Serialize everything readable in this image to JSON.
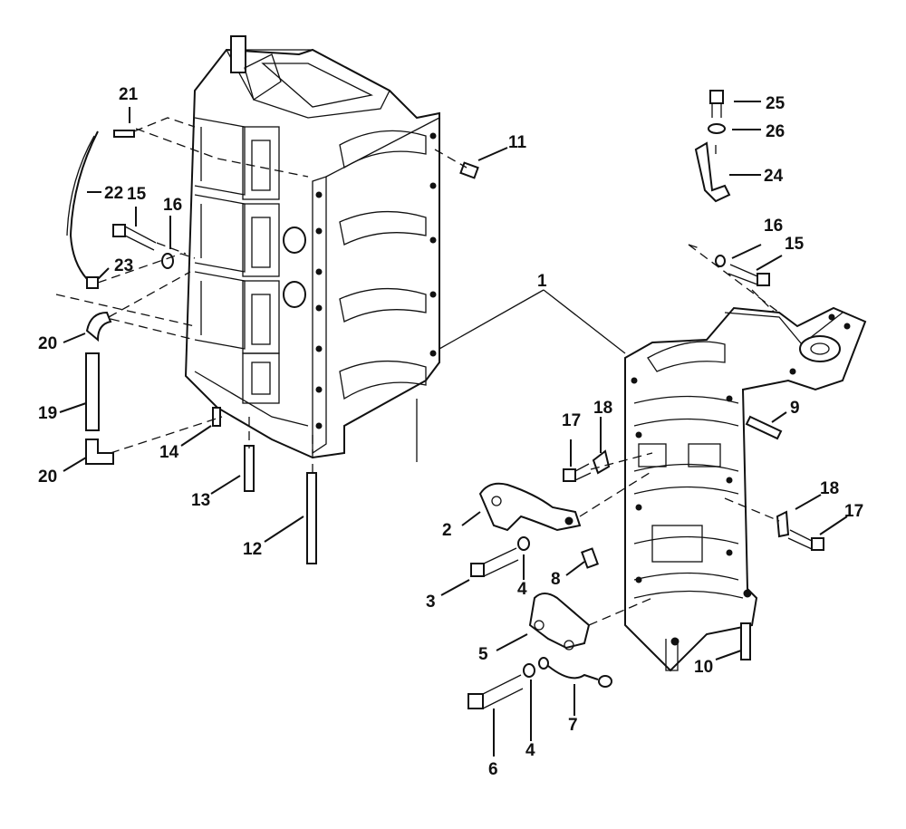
{
  "diagram": {
    "callouts": [
      {
        "id": "1",
        "text": "1"
      },
      {
        "id": "2",
        "text": "2"
      },
      {
        "id": "3",
        "text": "3"
      },
      {
        "id": "4a",
        "text": "4"
      },
      {
        "id": "4b",
        "text": "4"
      },
      {
        "id": "5",
        "text": "5"
      },
      {
        "id": "6",
        "text": "6"
      },
      {
        "id": "7",
        "text": "7"
      },
      {
        "id": "8",
        "text": "8"
      },
      {
        "id": "9",
        "text": "9"
      },
      {
        "id": "10",
        "text": "10"
      },
      {
        "id": "11",
        "text": "11"
      },
      {
        "id": "12",
        "text": "12"
      },
      {
        "id": "13",
        "text": "13"
      },
      {
        "id": "14",
        "text": "14"
      },
      {
        "id": "15a",
        "text": "15"
      },
      {
        "id": "15b",
        "text": "15"
      },
      {
        "id": "16a",
        "text": "16"
      },
      {
        "id": "16b",
        "text": "16"
      },
      {
        "id": "17a",
        "text": "17"
      },
      {
        "id": "17b",
        "text": "17"
      },
      {
        "id": "18a",
        "text": "18"
      },
      {
        "id": "18b",
        "text": "18"
      },
      {
        "id": "19",
        "text": "19"
      },
      {
        "id": "20a",
        "text": "20"
      },
      {
        "id": "20b",
        "text": "20"
      },
      {
        "id": "21",
        "text": "21"
      },
      {
        "id": "22",
        "text": "22"
      },
      {
        "id": "23",
        "text": "23"
      },
      {
        "id": "24",
        "text": "24"
      },
      {
        "id": "25",
        "text": "25"
      },
      {
        "id": "26",
        "text": "26"
      }
    ]
  }
}
